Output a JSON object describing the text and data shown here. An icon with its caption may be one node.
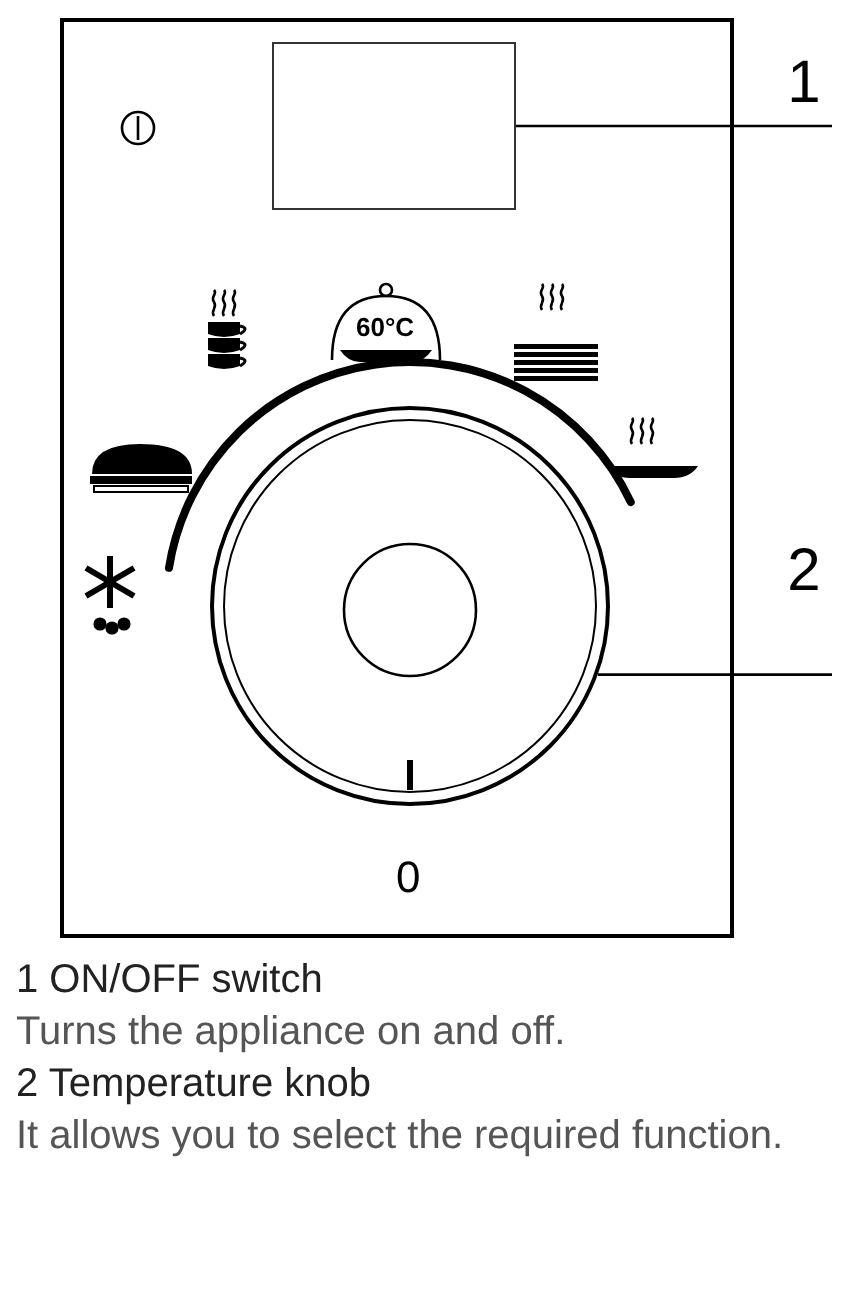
{
  "diagram": {
    "nodes": [
      {
        "text": [
          "1"
        ]
      },
      {
        "text": [],
        "shape": "box"
      },
      {
        "text": [
          "2"
        ]
      },
      {
        "text": [],
        "shape": "circle"
      }
    ],
    "edges": [
      {
        "from": 0,
        "to": 1,
        "arrow": "none"
      },
      {
        "from": 2,
        "to": 3,
        "arrow": "none"
      }
    ],
    "labels": [
      "60°C",
      "0",
      "1 ON/OFF switch",
      "Turns the appliance on and off.",
      "2 Temperature knob",
      "It allows you to select the required function."
    ]
  }
}
